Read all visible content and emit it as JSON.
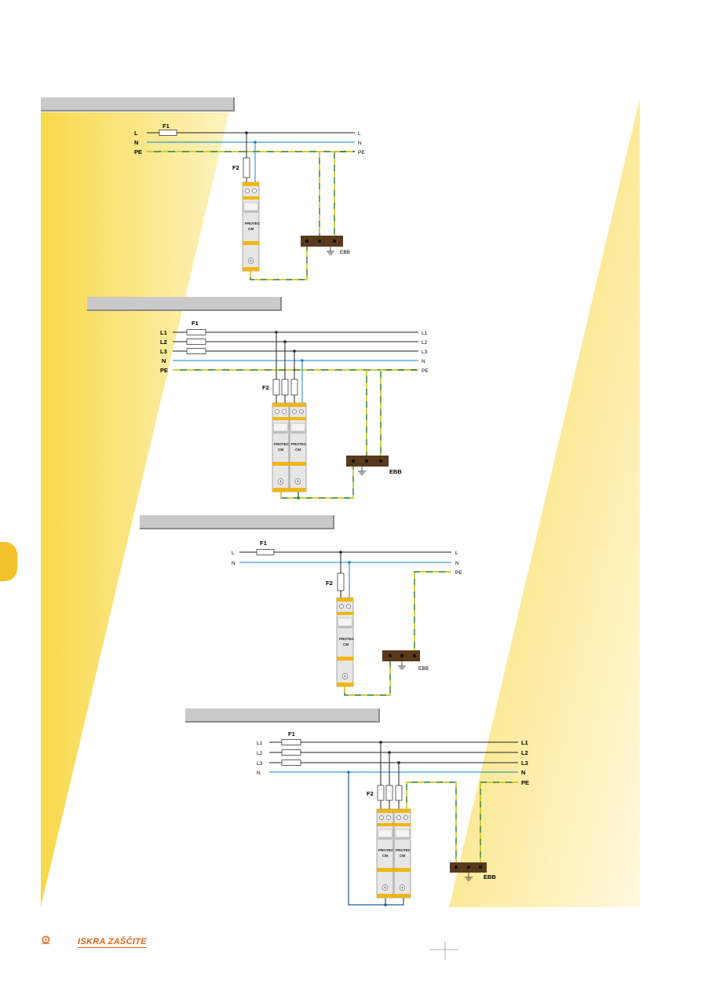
{
  "colors": {
    "yellow": "#f8d94a",
    "pe_green": "#2a7a36",
    "pe_yellow": "#e8d21c",
    "neutral_blue": "#1c7fc4",
    "phase": "#222222",
    "busbar": "#5a3a1c",
    "device_body": "#e6e6e6",
    "device_stripe": "#f1b514",
    "logo_orange": "#e2621b"
  },
  "diagram1": {
    "labels": {
      "L": "L",
      "N": "N",
      "PE": "PE",
      "F1": "F1",
      "F2": "F2",
      "EBB": "EBB"
    },
    "device_text": [
      "PROTEC",
      "CM"
    ]
  },
  "diagram2": {
    "labels": {
      "L1": "L1",
      "L2": "L2",
      "L3": "L3",
      "N": "N",
      "PE": "PE",
      "F1": "F1",
      "F2": "F2",
      "EBB": "EBB"
    },
    "device_text": [
      "PROTEC",
      "CM"
    ]
  },
  "diagram3": {
    "labels": {
      "L": "L",
      "N": "N",
      "PE": "PE",
      "F1": "F1",
      "F2": "F2",
      "EBB": "EBB"
    },
    "device_text": [
      "PROTEC",
      "CM"
    ]
  },
  "diagram4": {
    "labels": {
      "L1": "L1",
      "L2": "L2",
      "L3": "L3",
      "N": "N",
      "PE": "PE",
      "F1": "F1",
      "F2": "F2",
      "EBB": "EBB"
    },
    "device_text": [
      "PROTEC",
      "CM"
    ]
  },
  "footer": {
    "brand_name": "ISKRA ZAŠČITE",
    "logo_icon": "lightning-circle-icon"
  }
}
